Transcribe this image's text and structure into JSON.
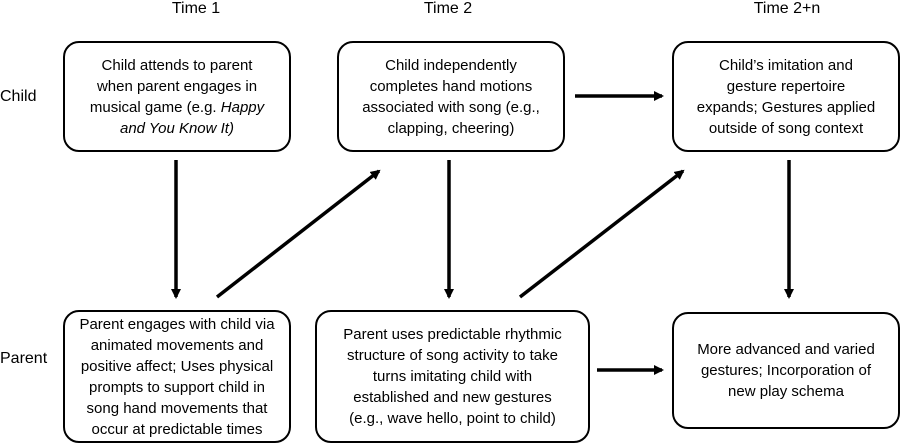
{
  "columns": [
    "Time 1",
    "Time 2",
    "Time 2+n"
  ],
  "rows": [
    "Child",
    "Parent"
  ],
  "boxes": {
    "child_t1": {
      "line1": "Child attends to parent",
      "line2": "when parent engages in",
      "line3": "musical game (e.g. ",
      "line3_italic": "Happy",
      "line4_italic": "and You Know It)"
    },
    "child_t2": {
      "lines": [
        "Child independently",
        "completes hand motions",
        "associated with song (e.g.,",
        "clapping, cheering)"
      ]
    },
    "child_t3": {
      "lines": [
        "Child’s imitation and",
        "gesture repertoire",
        "expands; Gestures applied",
        "outside of song context"
      ]
    },
    "parent_t1": {
      "lines": [
        "Parent engages with child via",
        "animated movements and",
        "positive affect; Uses physical",
        "prompts to support child in",
        "song hand movements that",
        "occur at predictable times"
      ]
    },
    "parent_t2": {
      "lines": [
        "Parent uses predictable rhythmic",
        "structure of song activity to take",
        "turns imitating child with",
        "established and new gestures",
        "(e.g., wave hello, point to child)"
      ]
    },
    "parent_t3": {
      "lines": [
        "More advanced and varied",
        "gestures; Incorporation of",
        "new play schema"
      ]
    }
  },
  "colors": {
    "stroke": "#000000",
    "background": "#ffffff"
  }
}
